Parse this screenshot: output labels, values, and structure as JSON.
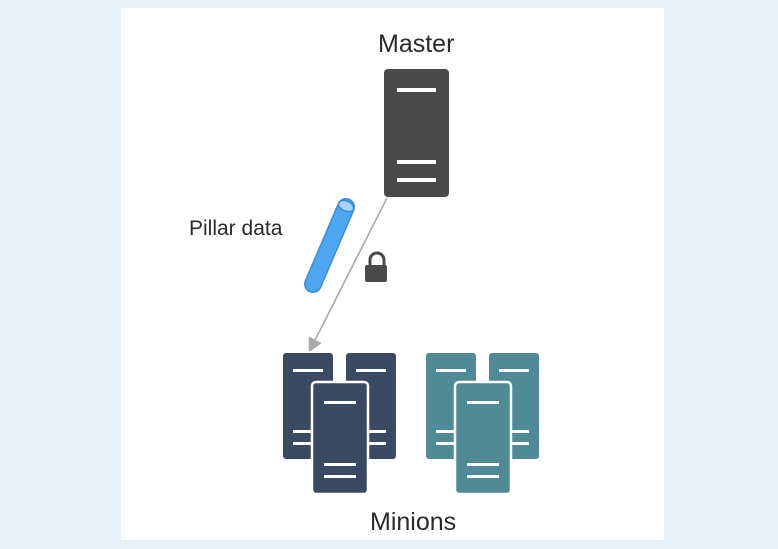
{
  "diagram": {
    "master": {
      "label": "Master",
      "color": "#4a4a4a",
      "stripe_color": "#ffffff"
    },
    "pillar": {
      "label": "Pillar data",
      "color": "#4da6f0",
      "cap_color": "#a8d4f8",
      "outline": "#3a8ad8"
    },
    "lock": {
      "icon": "lock-icon",
      "color": "#4a4a4a"
    },
    "arrow": {
      "color": "#a9a9a9"
    },
    "minions": {
      "label": "Minions",
      "groups": [
        {
          "name": "dark",
          "color": "#3a4a62"
        },
        {
          "name": "teal",
          "color": "#4f8a96"
        }
      ]
    }
  }
}
